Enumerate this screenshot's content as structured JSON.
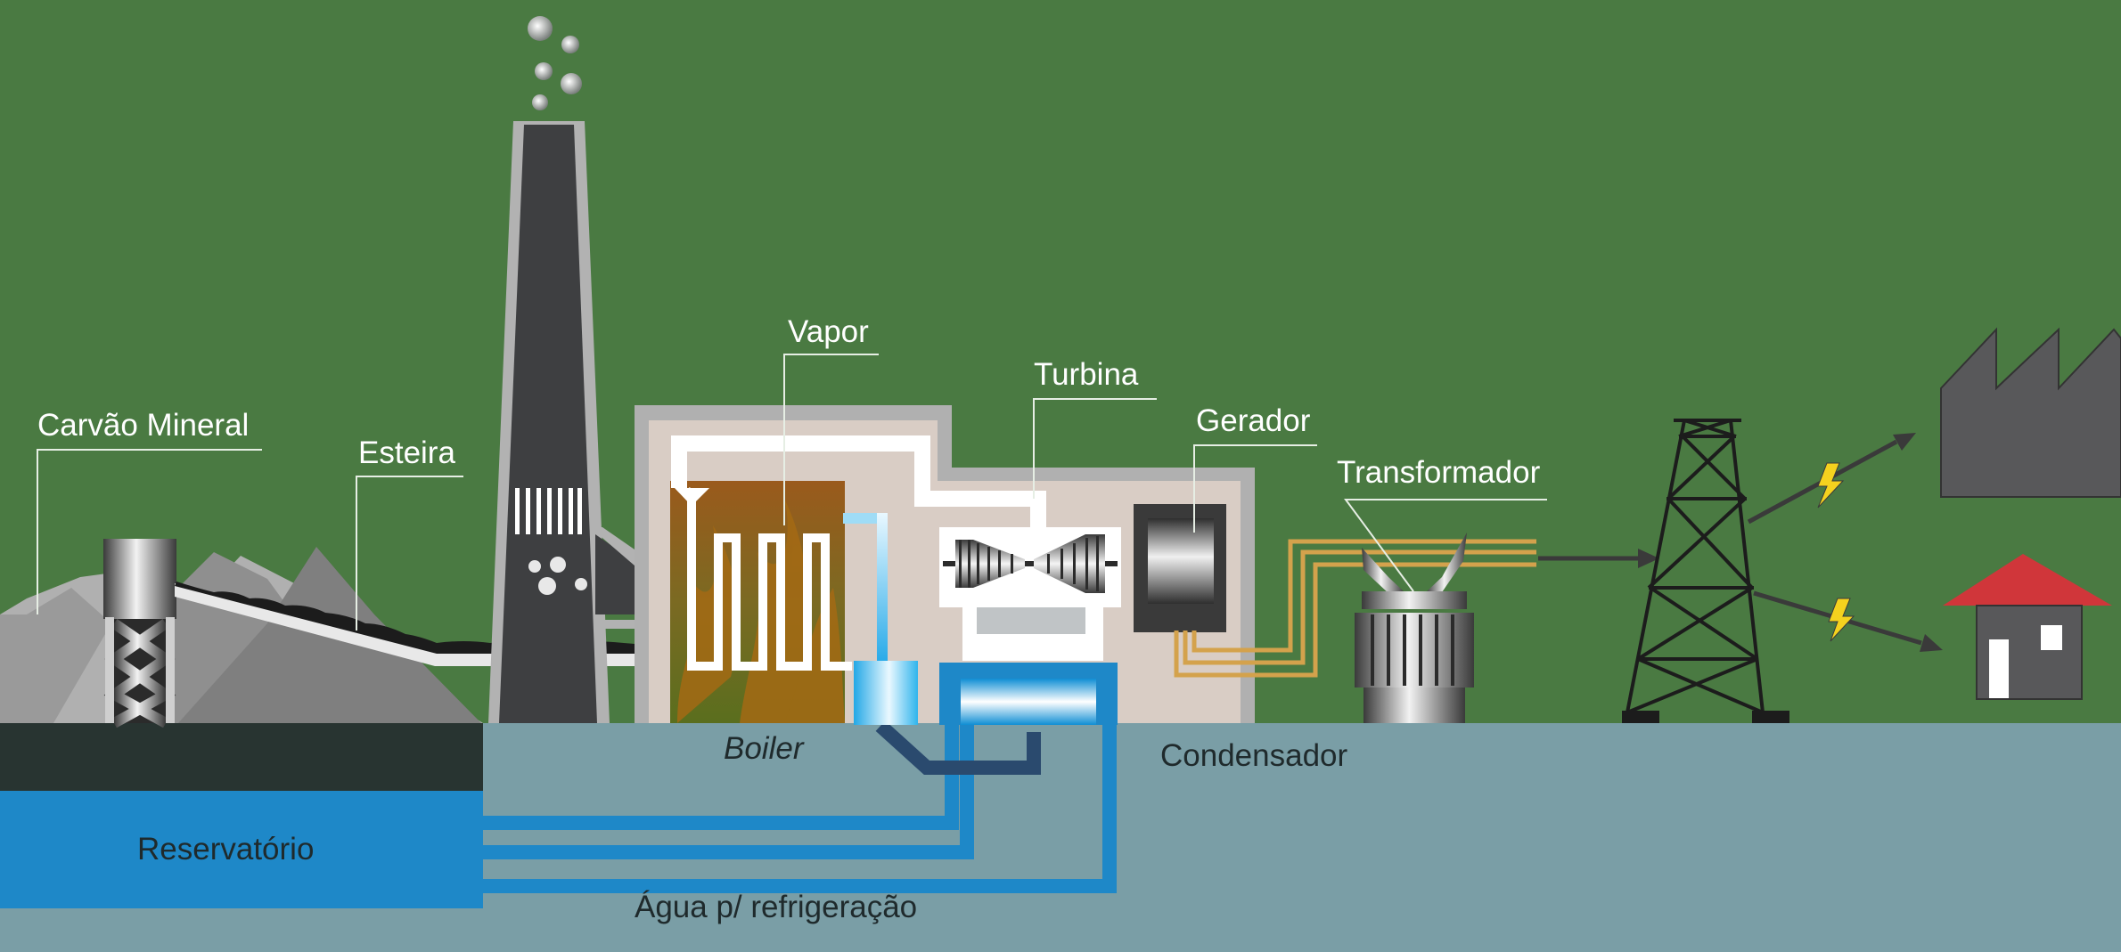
{
  "labels": {
    "carvao": "Carvão Mineral",
    "esteira": "Esteira",
    "vapor": "Vapor",
    "turbina": "Turbina",
    "gerador": "Gerador",
    "transformador": "Transformador",
    "boiler": "Boiler",
    "condensador": "Condensador",
    "reservatorio": "Reservatório",
    "agua": "Água p/ refrigeração"
  },
  "colors": {
    "sky": "#4a7a42",
    "ground": "#7a9ea6",
    "reservoir": "#1e88c8",
    "coal_ground": "#283431",
    "chimney": "#3e3f41",
    "building": "#d9cdc5",
    "cable": "#d4a24c",
    "roof": "#d0363a"
  },
  "icons": [
    "coal-pile-icon",
    "chimney-icon",
    "smoke-icon",
    "flame-icon",
    "turbine-icon",
    "generator-icon",
    "transformer-icon",
    "transmission-tower-icon",
    "factory-icon",
    "house-icon",
    "lightning-bolt-icon"
  ]
}
